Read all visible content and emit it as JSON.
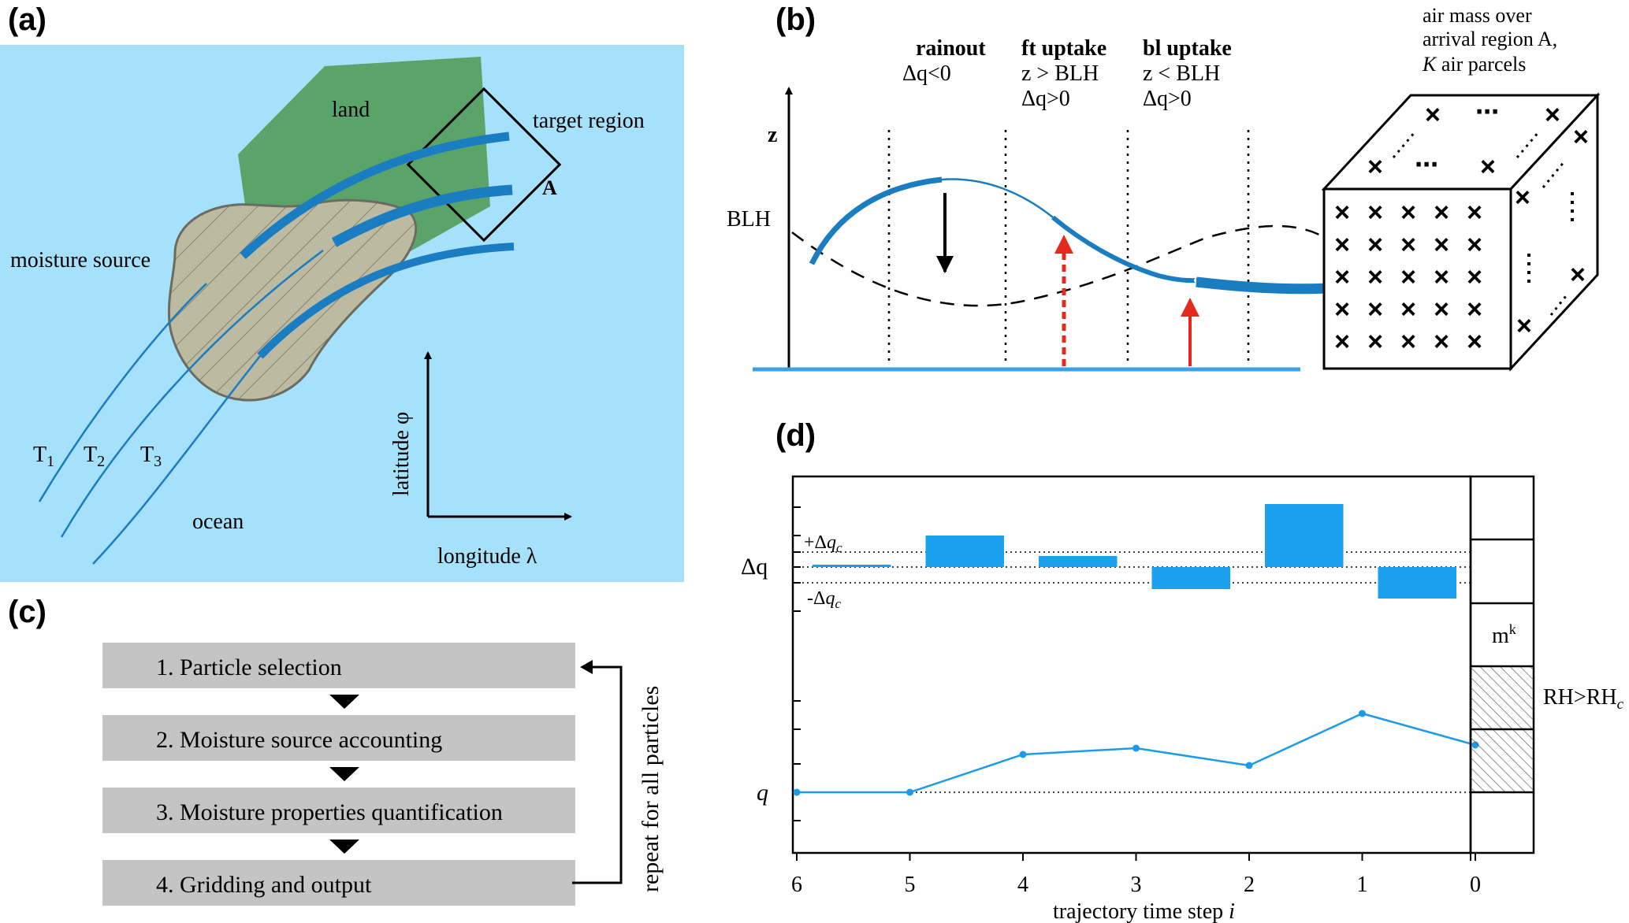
{
  "panels": {
    "a": {
      "label": "(a)",
      "land": "land",
      "target_region": "target region",
      "target_letter": "A",
      "moisture_source": "moisture source",
      "ocean": "ocean",
      "latitude_axis": "latitude φ",
      "longitude_axis": "longitude λ",
      "trajectories": [
        {
          "name": "T",
          "sub": "1"
        },
        {
          "name": "T",
          "sub": "2"
        },
        {
          "name": "T",
          "sub": "3"
        }
      ],
      "colors": {
        "ocean": "#a6e1fb",
        "land": "#5aa46a",
        "source": "#bcbba2",
        "trajectory": "#1a7cc1"
      }
    },
    "b": {
      "label": "(b)",
      "z_axis": "z",
      "blh": "BLH",
      "columns": [
        {
          "title": "rainout",
          "lines": [
            "Δq<0"
          ]
        },
        {
          "title": "ft uptake",
          "lines": [
            "z > BLH",
            "Δq>0"
          ]
        },
        {
          "title": "bl uptake",
          "lines": [
            "z < BLH",
            "Δq>0"
          ]
        }
      ],
      "air_mass_lines": [
        "air mass over",
        "arrival region A,"
      ],
      "air_mass_last": {
        "k": "K",
        "rest": " air parcels"
      },
      "cube_marker": "×",
      "cube_ellipsis": "⋯",
      "colors": {
        "uptake_arrow": "#e52a1d",
        "rainout_arrow": "#000000",
        "trajectory": "#1a7cc1"
      }
    },
    "c": {
      "label": "(c)",
      "steps": [
        "1. Particle selection",
        "2. Moisture source accounting",
        "3. Moisture properties quantification",
        "4. Gridding and output"
      ],
      "loop_label": "repeat for all particles",
      "colors": {
        "step_box": "#c4c4c4"
      }
    },
    "d": {
      "label": "(d)",
      "y_label_dq": "Δq",
      "y_label_q": "q",
      "plus_threshold": {
        "sign": "+Δ",
        "var": "q",
        "sub": "c"
      },
      "minus_threshold": {
        "sign": "-Δ",
        "var": "q",
        "sub": "c"
      },
      "x_axis_label": {
        "text": "trajectory time step ",
        "var": "i"
      },
      "mass_label": {
        "m": "m",
        "sup": "k"
      },
      "rh_label": {
        "text": "RH>RH",
        "sub": "c"
      },
      "colors": {
        "bar": "#1ba1ee",
        "line": "#1b9be8"
      }
    }
  },
  "chart_data": {
    "type": "bar",
    "x": [
      "6",
      "5",
      "4",
      "3",
      "2",
      "1",
      "0"
    ],
    "dq_bars": [
      {
        "interval": "6-5",
        "value": 0.05
      },
      {
        "interval": "5-4",
        "value": 1.0
      },
      {
        "interval": "4-3",
        "value": 0.35
      },
      {
        "interval": "3-2",
        "value": -0.7
      },
      {
        "interval": "2-1",
        "value": 2.0
      },
      {
        "interval": "1-0",
        "value": -1.0
      }
    ],
    "dq_threshold": 0.5,
    "q_series": {
      "x": [
        6,
        5,
        4,
        3,
        2,
        1,
        0
      ],
      "values": [
        0,
        0,
        1.2,
        1.4,
        0.85,
        2.5,
        1.5
      ]
    },
    "xlabel": "trajectory time step i",
    "xlim": [
      6,
      0
    ]
  }
}
